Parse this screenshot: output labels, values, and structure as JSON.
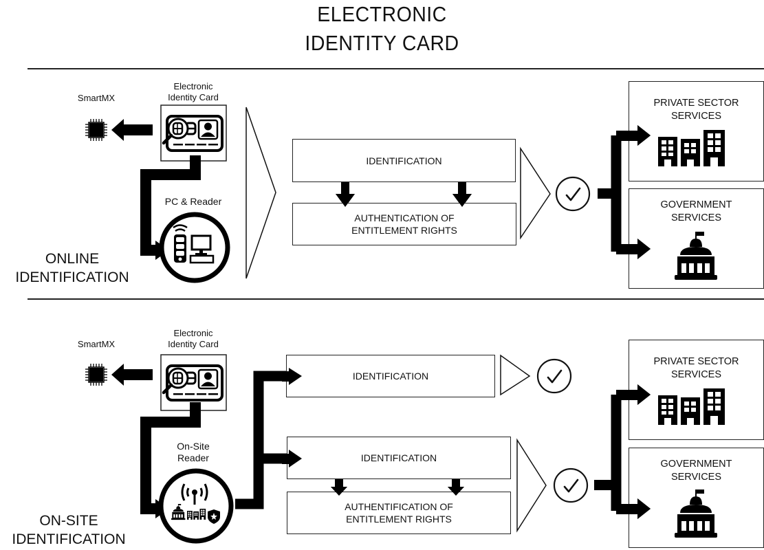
{
  "title": {
    "line1": "ELECTRONIC",
    "line2": "IDENTITY CARD"
  },
  "online": {
    "section_label_line1": "ONLINE",
    "section_label_line2": "IDENTIFICATION",
    "chip_label": "SmartMX",
    "card_label_line1": "Electronic",
    "card_label_line2": "Identity Card",
    "device_label": "PC & Reader",
    "step1": "IDENTIFICATION",
    "step2_line1": "AUTHENTICATION OF",
    "step2_line2": "ENTITLEMENT RIGHTS",
    "services": [
      {
        "line1": "PRIVATE SECTOR",
        "line2": "SERVICES",
        "icon": "office-buildings-icon"
      },
      {
        "line1": "GOVERNMENT",
        "line2": "SERVICES",
        "icon": "government-building-icon"
      }
    ]
  },
  "onsite": {
    "section_label_line1": "ON-SITE",
    "section_label_line2": "IDENTIFICATION",
    "chip_label": "SmartMX",
    "card_label_line1": "Electronic",
    "card_label_line2": "Identity Card",
    "device_label_line1": "On-Site",
    "device_label_line2": "Reader",
    "path_a_step": "IDENTIFICATION",
    "path_b_step1": "IDENTIFICATION",
    "path_b_step2_line1": "AUTHENTIFICATION OF",
    "path_b_step2_line2": "ENTITLEMENT RIGHTS",
    "services": [
      {
        "line1": "PRIVATE SECTOR",
        "line2": "SERVICES",
        "icon": "office-buildings-icon"
      },
      {
        "line1": "GOVERNMENT",
        "line2": "SERVICES",
        "icon": "government-building-icon"
      }
    ]
  }
}
